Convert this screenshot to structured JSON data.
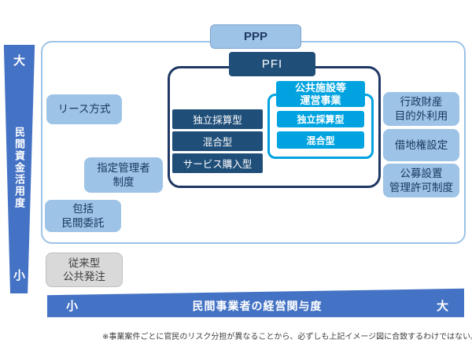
{
  "axis_y": {
    "top_label": "大",
    "label": "民間資金活用度",
    "bottom_label": "小"
  },
  "axis_x": {
    "left_label": "小",
    "label": "民間事業者の経営関与度",
    "right_label": "大"
  },
  "ppp": {
    "label": "PPP"
  },
  "pfi": {
    "label": "PFI",
    "types": [
      {
        "label": "独立採算型"
      },
      {
        "label": "混合型"
      },
      {
        "label": "サービス購入型"
      }
    ]
  },
  "concession": {
    "title_lines": [
      "公共施設等",
      "運営事業"
    ],
    "types": [
      {
        "label": "独立採算型"
      },
      {
        "label": "混合型"
      }
    ]
  },
  "left_boxes": [
    {
      "id": "lease",
      "lines": [
        "リース方式"
      ]
    },
    {
      "id": "designated-manager",
      "lines": [
        "指定管理者",
        "制度"
      ]
    },
    {
      "id": "comprehensive-outsourcing",
      "lines": [
        "包括",
        "民間委託"
      ]
    }
  ],
  "conventional": {
    "lines": [
      "従来型",
      "公共発注"
    ]
  },
  "right_boxes": [
    {
      "id": "administrative-property",
      "lines": [
        "行政財産",
        "目的外利用"
      ]
    },
    {
      "id": "leasehold",
      "lines": [
        "借地権設定"
      ]
    },
    {
      "id": "public-offering",
      "lines": [
        "公募設置",
        "管理許可制度"
      ]
    }
  ],
  "footnote": "※事業案件ごとに官民のリスク分担が異なることから、必ずしも上記イメージ図に合致するわけではない。",
  "colors": {
    "accent_blue": "#4472C4",
    "light_blue": "#9DC3E6",
    "dark_navy": "#1F4E79",
    "frame_navy": "#1F3864",
    "cyan": "#00A3E0",
    "gray_fill": "#D9D9D9",
    "outer_frame_blue": "#9DC3E6"
  }
}
